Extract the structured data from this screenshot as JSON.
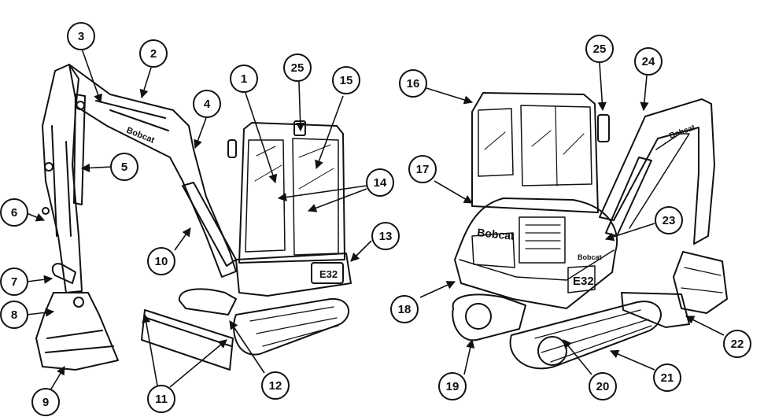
{
  "brand": "Bobcat",
  "model": "E32",
  "callouts": [
    {
      "label": "1"
    },
    {
      "label": "2"
    },
    {
      "label": "3"
    },
    {
      "label": "4"
    },
    {
      "label": "5"
    },
    {
      "label": "6"
    },
    {
      "label": "7"
    },
    {
      "label": "8"
    },
    {
      "label": "9"
    },
    {
      "label": "10"
    },
    {
      "label": "11"
    },
    {
      "label": "12"
    },
    {
      "label": "13"
    },
    {
      "label": "14"
    },
    {
      "label": "15"
    },
    {
      "label": "16"
    },
    {
      "label": "17"
    },
    {
      "label": "18"
    },
    {
      "label": "19"
    },
    {
      "label": "20"
    },
    {
      "label": "21"
    },
    {
      "label": "22"
    },
    {
      "label": "23"
    },
    {
      "label": "24"
    },
    {
      "label": "25"
    },
    {
      "label": "25"
    }
  ]
}
